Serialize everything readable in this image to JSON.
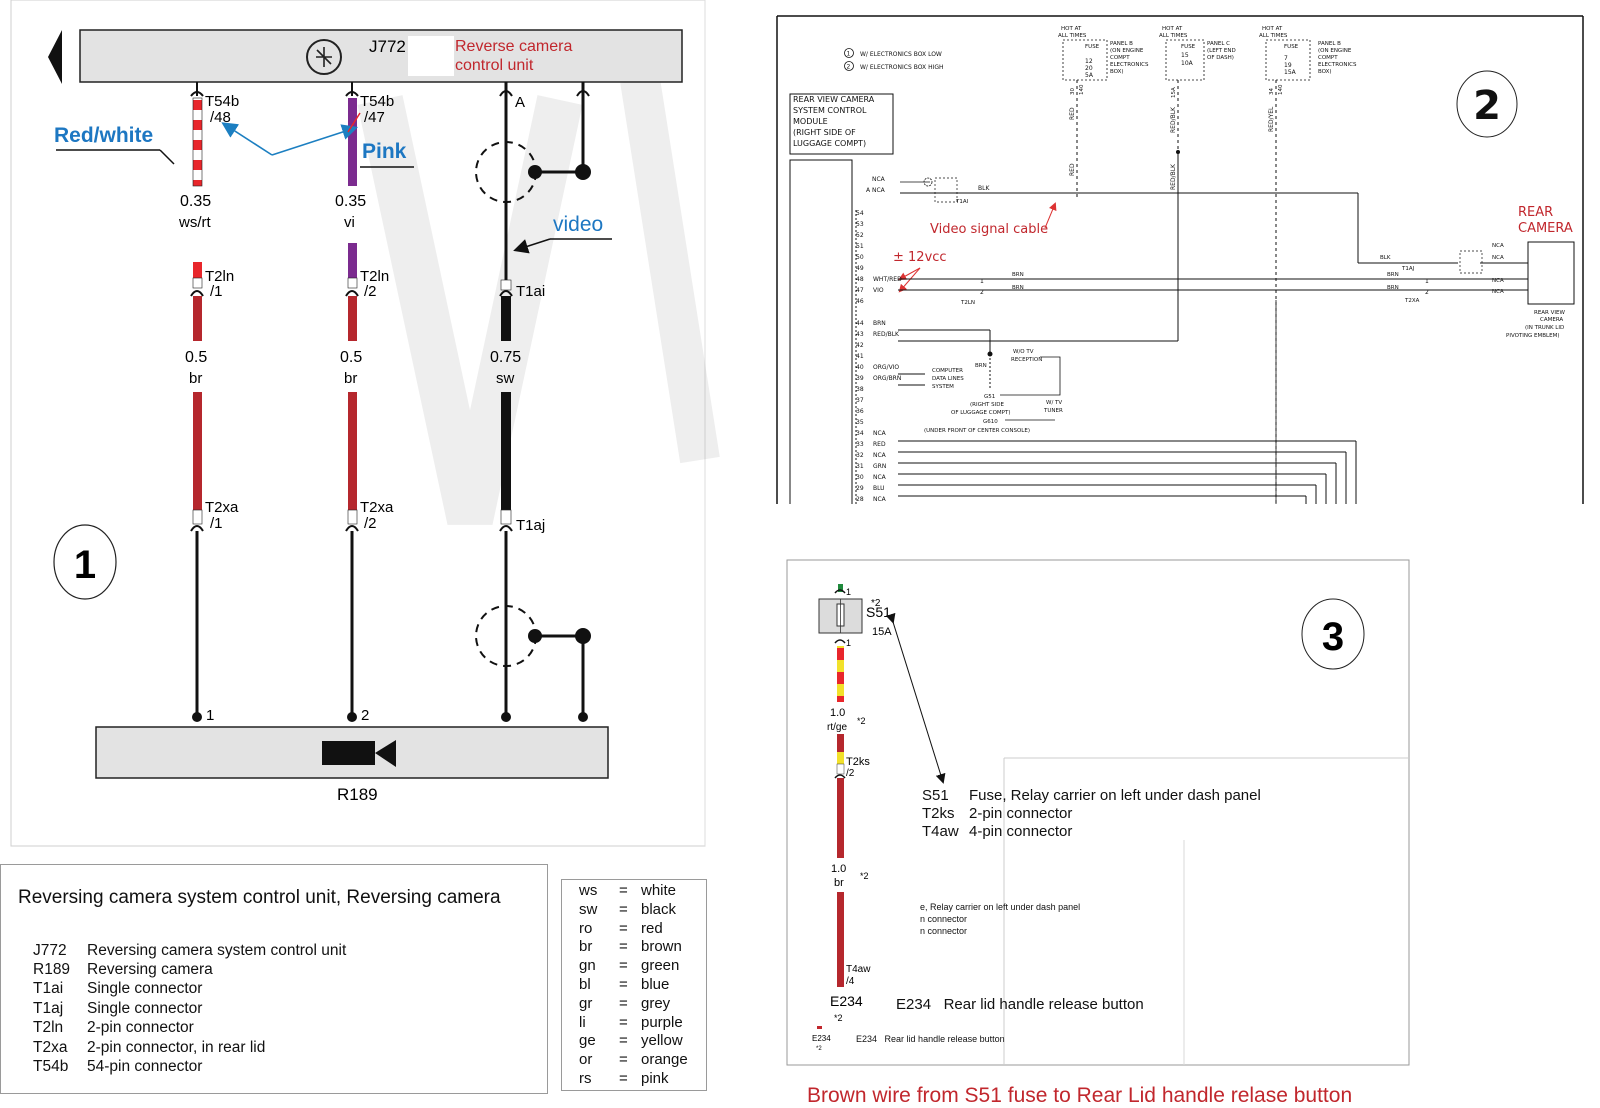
{
  "diagram1": {
    "badge": "1",
    "unit": {
      "code": "J772",
      "annotation_line1": "Reverse camera",
      "annotation_line2": "control unit"
    },
    "camera_code": "R189",
    "pins": {
      "t54b_48": [
        "T54b",
        "/48"
      ],
      "t54b_47": [
        "T54b",
        "/47"
      ],
      "pin_a": "A",
      "t2ln_1": [
        "T2ln",
        "/1"
      ],
      "t2ln_2": [
        "T2ln",
        "/2"
      ],
      "t1ai": "T1ai",
      "t2xa_1": [
        "T2xa",
        "/1"
      ],
      "t2xa_2": [
        "T2xa",
        "/2"
      ],
      "t1aj": "T1aj",
      "bottom_1": "1",
      "bottom_2": "2"
    },
    "wires": {
      "w1_upper": [
        "0.35",
        "ws/rt"
      ],
      "w2_upper": [
        "0.35",
        "vi"
      ],
      "w1_lower": [
        "0.5",
        "br"
      ],
      "w2_lower": [
        "0.5",
        "br"
      ],
      "w3": [
        "0.75",
        "sw"
      ]
    },
    "callouts": {
      "red_white": "Red/white",
      "pink": "Pink",
      "video": "video"
    },
    "colors": {
      "red": "#e8262b",
      "darkred": "#b5272d",
      "violet": "#7b2b8f",
      "blue": "#1c7fc1",
      "annot_red": "#c1272d",
      "callout_blue": "#1d77c2"
    }
  },
  "legend": {
    "title": "Reversing camera system control unit, Reversing camera",
    "items": [
      {
        "code": "J772",
        "desc": "Reversing camera system control unit"
      },
      {
        "code": "R189",
        "desc": "Reversing camera"
      },
      {
        "code": "T1ai",
        "desc": "Single connector"
      },
      {
        "code": "T1aj",
        "desc": "Single connector"
      },
      {
        "code": "T2ln",
        "desc": "2-pin connector"
      },
      {
        "code": "T2xa",
        "desc": "2-pin connector, in rear lid"
      },
      {
        "code": "T54b",
        "desc": "54-pin connector"
      }
    ]
  },
  "color_codes": [
    {
      "abbr": "ws",
      "name": "white"
    },
    {
      "abbr": "sw",
      "name": "black"
    },
    {
      "abbr": "ro",
      "name": "red"
    },
    {
      "abbr": "br",
      "name": "brown"
    },
    {
      "abbr": "gn",
      "name": "green"
    },
    {
      "abbr": "bl",
      "name": "blue"
    },
    {
      "abbr": "gr",
      "name": "grey"
    },
    {
      "abbr": "li",
      "name": "purple"
    },
    {
      "abbr": "ge",
      "name": "yellow"
    },
    {
      "abbr": "or",
      "name": "orange"
    },
    {
      "abbr": "rs",
      "name": "pink"
    }
  ],
  "diagram2": {
    "badge": "2",
    "note1": "W/ ELECTRONICS BOX LOW",
    "note2": "W/ ELECTRONICS BOX HIGH",
    "module_lines": [
      "REAR VIEW CAMERA",
      "SYSTEM CONTROL",
      "MODULE",
      "(RIGHT SIDE OF",
      "LUGGAGE COMPT)"
    ],
    "fuses": [
      {
        "hot": [
          "HOT AT",
          "ALL TIMES"
        ],
        "vals": [
          "12",
          "20",
          "5A"
        ],
        "desc": [
          "FUSE",
          "PANEL B",
          "(ON ENGINE",
          "COMPT",
          "ELECTRONICS",
          "BOX)"
        ],
        "wire": "RED",
        "pins": [
          "30",
          "140"
        ]
      },
      {
        "hot": [
          "HOT AT",
          "ALL TIMES"
        ],
        "vals": [
          "15",
          "10A"
        ],
        "desc": [
          "FUSE",
          "PANEL C",
          "(LEFT END",
          "OF DASH)"
        ],
        "wire": "RED/BLK",
        "pins": [
          "15A"
        ]
      },
      {
        "hot": [
          "HOT AT",
          "ALL TIMES"
        ],
        "vals": [
          "7",
          "19",
          "15A"
        ],
        "desc": [
          "FUSE",
          "PANEL B",
          "(ON ENGINE",
          "COMPT",
          "ELECTRONICS",
          "BOX)"
        ],
        "wire": "RED/YEL",
        "pins": [
          "34",
          "140"
        ]
      }
    ],
    "rear_camera_label": [
      "REAR",
      "CAMERA"
    ],
    "camera_desc": [
      "REAR VIEW",
      "CAMERA",
      "(IN TRUNK LID",
      "PIVOTING EMBLEM)"
    ],
    "video_label": "Video signal cable",
    "vcc_label": "± 12vcc",
    "pin_rows": [
      {
        "n": "",
        "l": "NCA"
      },
      {
        "n": "A",
        "l": "NCA"
      },
      {
        "n": "54",
        "l": ""
      },
      {
        "n": "53",
        "l": ""
      },
      {
        "n": "52",
        "l": ""
      },
      {
        "n": "51",
        "l": ""
      },
      {
        "n": "50",
        "l": ""
      },
      {
        "n": "49",
        "l": ""
      },
      {
        "n": "48",
        "l": "WHT/RED"
      },
      {
        "n": "47",
        "l": "VIO"
      },
      {
        "n": "46",
        "l": ""
      },
      {
        "n": "44",
        "l": "BRN"
      },
      {
        "n": "43",
        "l": "RED/BLK"
      },
      {
        "n": "42",
        "l": ""
      },
      {
        "n": "41",
        "l": ""
      },
      {
        "n": "40",
        "l": "ORG/VIO"
      },
      {
        "n": "39",
        "l": "ORG/BRN"
      },
      {
        "n": "38",
        "l": ""
      },
      {
        "n": "37",
        "l": ""
      },
      {
        "n": "36",
        "l": ""
      },
      {
        "n": "35",
        "l": ""
      },
      {
        "n": "34",
        "l": "NCA"
      },
      {
        "n": "33",
        "l": "RED"
      },
      {
        "n": "32",
        "l": "NCA"
      },
      {
        "n": "31",
        "l": "GRN"
      },
      {
        "n": "30",
        "l": "NCA"
      },
      {
        "n": "29",
        "l": "BLU"
      },
      {
        "n": "28",
        "l": "NCA"
      }
    ],
    "labels": {
      "blk": "BLK",
      "t1ai": "T1AI",
      "t1aj": "T1AJ",
      "t2ln": "T2LN",
      "t2xa": "T2XA",
      "brn": "BRN",
      "nca": "NCA",
      "one": "1",
      "two": "2",
      "computer": [
        "COMPUTER",
        "DATA LINES",
        "SYSTEM"
      ],
      "wo_tv": [
        "W/O TV",
        "RECEPTION"
      ],
      "w_tv": [
        "W/ TV",
        "TUNER"
      ],
      "g51": "G51",
      "g51_desc": [
        "(RIGHT SIDE",
        "OF LUGGAGE COMPT)"
      ],
      "g610": "G610",
      "g610_desc": "(UNDER FRONT OF CENTER CONSOLE)"
    }
  },
  "diagram3": {
    "badge": "3",
    "fuse": [
      "S51",
      "15A"
    ],
    "star2": "*2",
    "pin1": "1",
    "wire_a": [
      "1.0",
      "rt/ge"
    ],
    "conn": [
      "T2ks",
      "/2"
    ],
    "wire_b": [
      "1.0",
      "br"
    ],
    "t4aw": [
      "T4aw",
      "/4"
    ],
    "e234": "E234",
    "list": [
      {
        "code": "S51",
        "desc": "Fuse, Relay carrier on left under dash panel"
      },
      {
        "code": "T2ks",
        "desc": "2-pin connector"
      },
      {
        "code": "T4aw",
        "desc": "4-pin connector"
      }
    ],
    "frag": [
      "e, Relay carrier on left under dash panel",
      "n connector",
      "n connector"
    ],
    "e234_desc": "Rear lid handle release button",
    "caption": "Brown wire from S51 fuse to Rear Lid handle relase button"
  }
}
